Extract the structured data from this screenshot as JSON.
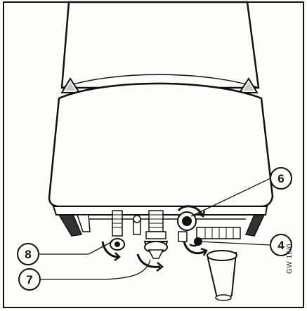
{
  "callouts": {
    "valve_top_right": "6",
    "fitting_right": "4",
    "valve_left": "8",
    "valve_center": "7"
  },
  "figure_code": "GW 16/0",
  "colors": {
    "ink": "#111111",
    "paper": "#fdfdfb",
    "shade": "#c9c9c9"
  }
}
